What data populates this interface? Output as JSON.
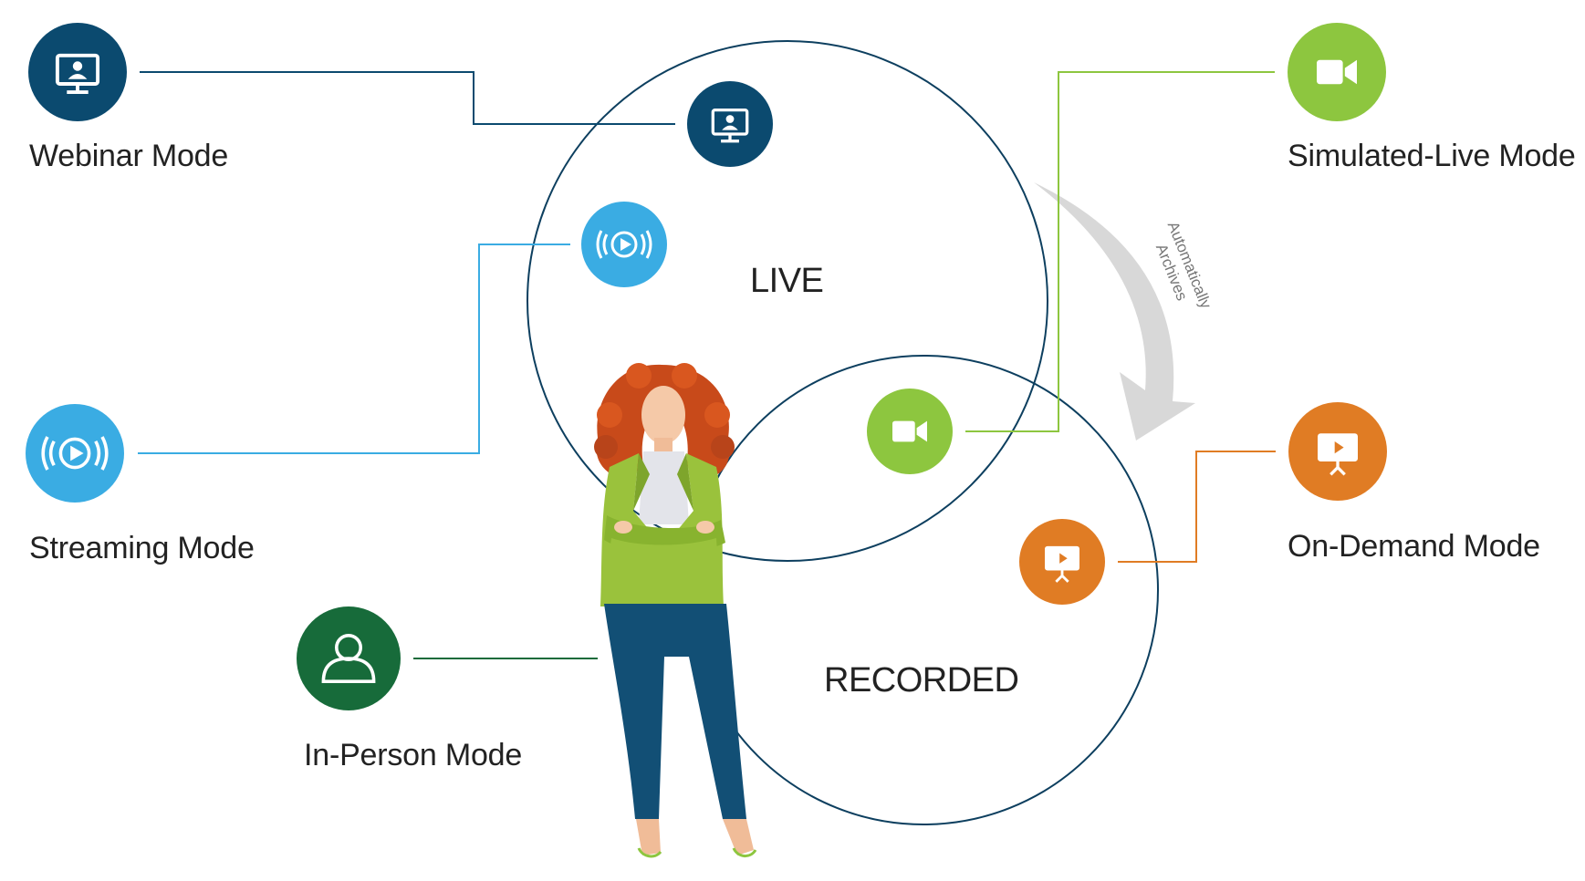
{
  "diagram": {
    "center_labels": {
      "live": "LIVE",
      "recorded": "RECORDED"
    },
    "arrow_note": {
      "line1": "Automatically",
      "line2": "Archives"
    },
    "modes": [
      {
        "id": "webinar",
        "label": "Webinar Mode",
        "icon": "monitor-presenter-icon",
        "color": "#0b4a6f",
        "set": "LIVE"
      },
      {
        "id": "streaming",
        "label": "Streaming Mode",
        "icon": "broadcast-play-icon",
        "color": "#3aace3",
        "set": "LIVE"
      },
      {
        "id": "simulated-live",
        "label": "Simulated-Live Mode",
        "icon": "video-camera-icon",
        "color": "#8dc63f",
        "set": "LIVE and RECORDED"
      },
      {
        "id": "on-demand",
        "label": "On-Demand Mode",
        "icon": "presentation-screen-icon",
        "color": "#e07c24",
        "set": "RECORDED"
      },
      {
        "id": "in-person",
        "label": "In-Person Mode",
        "icon": "person-icon",
        "color": "#176b3a",
        "set": "none"
      }
    ],
    "colors": {
      "circle_stroke": "#0d3f5f",
      "arrow": "#d8d8d8",
      "text": "#222222"
    }
  }
}
